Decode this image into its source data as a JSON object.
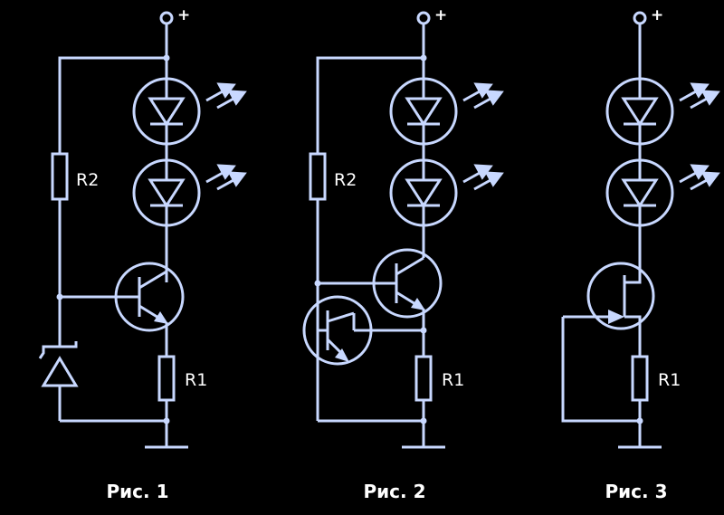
{
  "colors": {
    "background": "#000000",
    "wire": "#c8d8ff",
    "text": "#ffffff"
  },
  "figures": [
    {
      "caption": "Рис. 1",
      "supply_label": "+",
      "r1_label": "R1",
      "r2_label": "R2"
    },
    {
      "caption": "Рис. 2",
      "supply_label": "+",
      "r1_label": "R1",
      "r2_label": "R2"
    },
    {
      "caption": "Рис. 3",
      "supply_label": "+",
      "r1_label": "R1"
    }
  ]
}
